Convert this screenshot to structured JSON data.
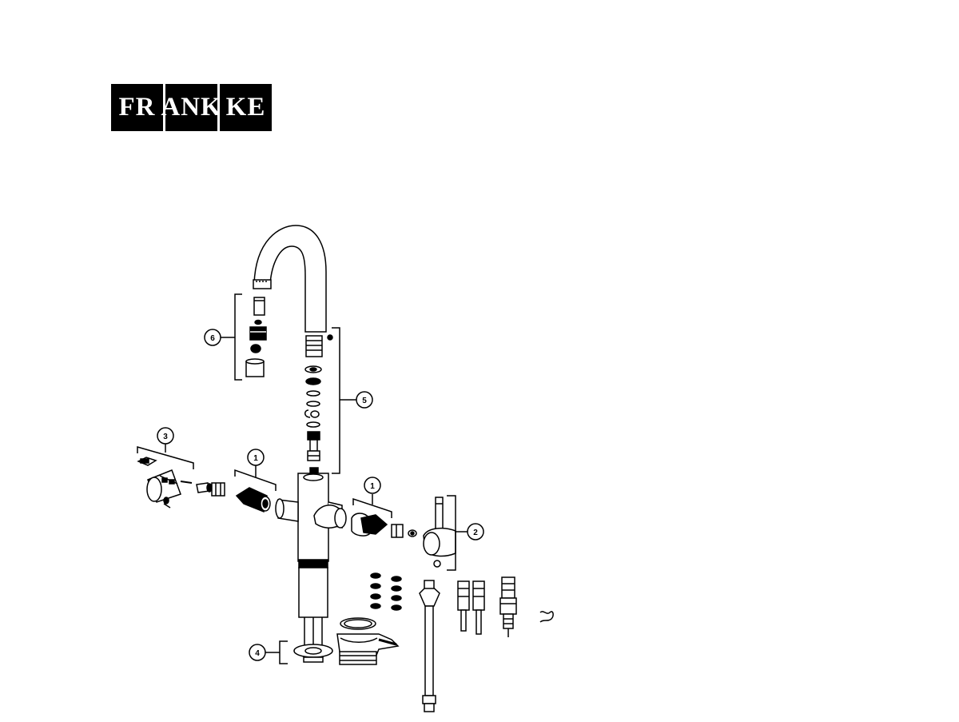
{
  "brand": {
    "logo_segments": [
      "FR",
      "ANK",
      "KE"
    ]
  },
  "callouts": [
    {
      "id": "c6",
      "label": "6"
    },
    {
      "id": "c5",
      "label": "5"
    },
    {
      "id": "c3",
      "label": "3"
    },
    {
      "id": "c1a",
      "label": "1"
    },
    {
      "id": "c1b",
      "label": "1"
    },
    {
      "id": "c2",
      "label": "2"
    },
    {
      "id": "c4",
      "label": "4"
    }
  ]
}
